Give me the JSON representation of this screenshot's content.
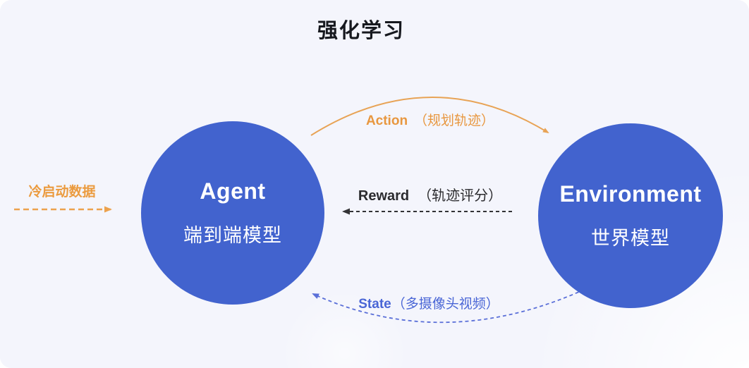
{
  "title": "强化学习",
  "nodes": {
    "agent": {
      "title": "Agent",
      "subtitle": "端到端模型"
    },
    "environment": {
      "title": "Environment",
      "subtitle": "世界模型"
    }
  },
  "edges": {
    "action": {
      "label": "Action",
      "detail": "（规划轨迹）",
      "from": "Agent",
      "to": "Environment",
      "style": "solid-curve-top"
    },
    "reward": {
      "label": "Reward",
      "detail": "（轨迹评分）",
      "from": "Environment",
      "to": "Agent",
      "style": "dashed-straight"
    },
    "state": {
      "label": "State",
      "detail": "（多摄像头视频）",
      "from": "Environment",
      "to": "Agent",
      "style": "dashed-curve-bottom"
    },
    "cold_start": {
      "label": "冷启动数据",
      "detail": "",
      "from": "outside-left",
      "to": "Agent",
      "style": "dashed-straight"
    }
  },
  "colors": {
    "background": "#F4F5FC",
    "title_text": "#17191F",
    "node_fill": "#4263CE",
    "node_text": "#FFFFFF",
    "action": "#E8A355",
    "reward": "#333336",
    "state": "#5A6FD8",
    "cold_start": "#ECA24E"
  }
}
